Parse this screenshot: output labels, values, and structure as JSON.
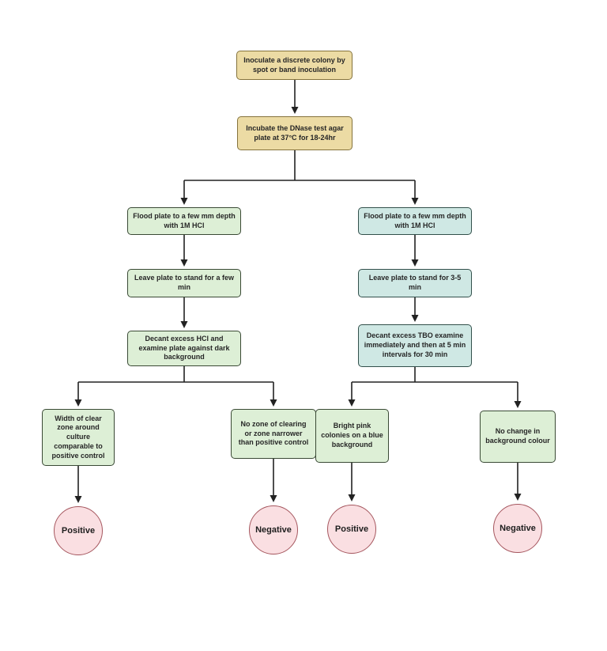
{
  "nodes": {
    "inoculate": "Inoculate a discrete colony by spot or band inoculation",
    "incubate": "Incubate the DNase test agar plate at 37°C for 18-24hr",
    "left_flood": "Flood plate to a few mm depth with 1M HCl",
    "left_stand": "Leave plate to stand for a few min",
    "left_decant": "Decant excess HCl and examine plate against dark background",
    "left_outcome_positive": "Width of clear zone around culture comparable to positive control",
    "left_outcome_negative": "No zone of clearing or zone narrower than positive control",
    "left_result_positive": "Positive",
    "left_result_negative": "Negative",
    "right_flood": "Flood plate to a few mm depth with 1M HCl",
    "right_stand": "Leave plate to stand for 3-5 min",
    "right_decant": "Decant excess TBO examine immediately and then at 5 min intervals for 30 min",
    "right_outcome_positive": "Bright pink colonies on a blue background",
    "right_outcome_negative": "No change in background colour",
    "right_result_positive": "Positive",
    "right_result_negative": "Negative"
  },
  "colors": {
    "tan_fill": "#ecdba4",
    "tan_border": "#85733c",
    "green_fill": "#ddefd6",
    "green_border": "#3a4a35",
    "teal_fill": "#cfe8e4",
    "teal_border": "#32504b",
    "pink_fill": "#fadfe2",
    "pink_border": "#a5565e",
    "line_color": "#222222",
    "text_color": "#262626"
  }
}
